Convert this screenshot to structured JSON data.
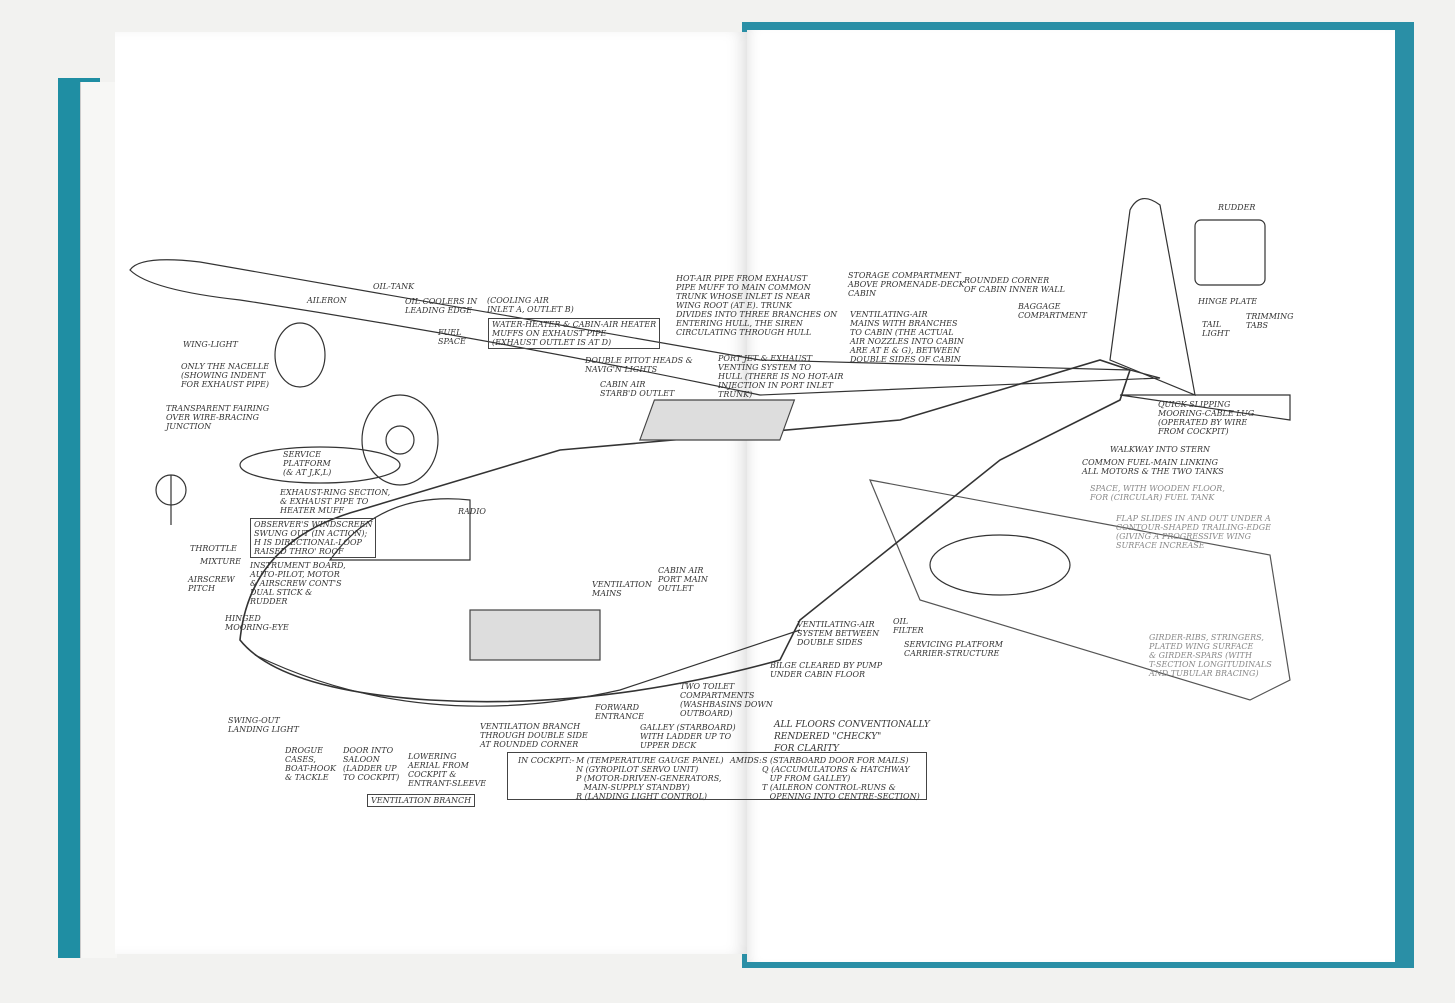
{
  "colors": {
    "cover": "#2a8fa6",
    "page": "#ffffff",
    "ink": "#333333"
  },
  "labels": {
    "aileron": "AILERON",
    "oil_tank": "OIL-TANK",
    "oil_coolers": "OIL COOLERS IN\nLEADING EDGE",
    "cooling_air": "(COOLING AIR\nINLET A, OUTLET B)",
    "water_heater": "WATER-HEATER & CABIN-AIR HEATER\nMUFFS ON EXHAUST PIPE\n(EXHAUST OUTLET IS AT D)",
    "fuel_space": "FUEL\nSPACE",
    "wing_light": "WING-LIGHT",
    "nacelle": "ONLY THE NACELLE\n(SHOWING INDENT\nFOR EXHAUST PIPE)",
    "double_pitot": "DOUBLE PITOT HEADS &\nNAVIG'N LIGHTS",
    "cabin_air_starb": "CABIN AIR\nSTARB'D OUTLET",
    "fairing": "TRANSPARENT FAIRING\nOVER WIRE-BRACING\nJUNCTION",
    "service_platform": "SERVICE\nPLATFORM\n(& AT J,K,L)",
    "exhaust_ring": "EXHAUST-RING SECTION,\n& EXHAUST PIPE TO\nHEATER MUFF",
    "radio": "RADIO",
    "observer": "OBSERVER'S WINDSCREEN\nSWUNG OUT (IN ACTION);\nH IS DIRECTIONAL-LOOP\nRAISED THRO' ROOF",
    "instrument": "INSTRUMENT BOARD,\nAUTO-PILOT, MOTOR\n& AIRSCREW CONT'S\nDUAL STICK &\nRUDDER",
    "throttle": "Throttle",
    "mixture": "Mixture",
    "airscrew_pitch": "Airscrew\nPitch",
    "hinged_mooring": "HINGED\nMOORING-EYE",
    "landing_light": "SWING-OUT\nLANDING LIGHT",
    "drogue": "DROGUE\nCASES,\nBOAT-HOOK\n& TACKLE",
    "door_saloon": "DOOR INTO\nSALOON\n(LADDER UP\nTO COCKPIT)",
    "lowering_aerial": "LOWERING\nAERIAL FROM\nCOCKPIT &\nENTRANT-SLEEVE",
    "ventilation_branch_box": "VENTILATION BRANCH",
    "ventilation_branch": "VENTILATION BRANCH\nTHROUGH DOUBLE SIDE\nAT ROUNDED CORNER",
    "ventilation_mains": "VENTILATION\nMAINS",
    "cabin_air_port": "CABIN AIR\nPORT MAIN\nOUTLET",
    "forward_entrance": "FORWARD\nENTRANCE",
    "galley": "GALLEY (STARBOARD)\nWITH LADDER UP TO\nUPPER DECK",
    "toilets": "TWO TOILET\nCOMPARTMENTS\n(WASHBASINS DOWN\nOUTBOARD)",
    "hot_air_pipe": "HOT-AIR PIPE FROM EXHAUST\nPIPE MUFF TO MAIN COMMON\nTRUNK WHOSE INLET IS NEAR\nWING ROOT (AT E). TRUNK\nDIVIDES INTO THREE BRANCHES ON\nENTERING HULL, THE SIREN\nCIRCULATING THROUGH HULL",
    "port_jet": "PORT JET & EXHAUST\nVENTING SYSTEM TO\nHULL (THERE IS NO HOT-AIR\nINJECTION IN PORT INLET\nTRUNK)",
    "storage": "STORAGE COMPARTMENT\nABOVE PROMENADE-DECK\nCABIN",
    "rounded_corner": "ROUNDED CORNER\nOF CABIN INNER WALL",
    "ventilating_air_mains": "VENTILATING-AIR\nMAINS WITH BRANCHES\nTO CABIN (THE ACTUAL\nAIR NOZZLES INTO CABIN\nARE AT E & G), BETWEEN\nDOUBLE SIDES OF CABIN",
    "baggage": "BAGGAGE\nCOMPARTMENT",
    "rudder": "RUDDER",
    "hinge_plate": "HINGE PLATE",
    "tail_light": "TAIL\nLIGHT",
    "trimming_tabs": "TRIMMING\nTABS",
    "mooring_cable": "QUICK SLIPPING\nMOORING-CABLE LUG\n(OPERATED BY WIRE\nFROM COCKPIT)",
    "walkway": "WALKWAY INTO STERN",
    "fuel_main": "COMMON FUEL-MAIN LINKING\nALL MOTORS & THE TWO TANKS",
    "wooden_floor": "SPACE, WITH WOODEN FLOOR,\nFOR (CIRCULAR) FUEL TANK",
    "flap": "FLAP SLIDES IN AND OUT UNDER A\nCONTOUR-SHAPED TRAILING-EDGE\n(GIVING A PROGRESSIVE WING\nSURFACE INCREASE",
    "oil_filter": "OIL\nFILTER",
    "ventilating_system": "VENTILATING-AIR\nSYSTEM BETWEEN\nDOUBLE SIDES",
    "servicing_carrier": "SERVICING PLATFORM\nCARRIER-STRUCTURE",
    "girder": "GIRDER-RIBS, STRINGERS,\nPLATED WING SURFACE\n& GIRDER-SPARS (WITH\nT-SECTION LONGITUDINALS\nAND TUBULAR BRACING)",
    "bilge": "BILGE CLEARED BY PUMP\nUNDER CABIN FLOOR",
    "floors_note": "ALL FLOORS CONVENTIONALLY\nRENDERED \"CHECKY\"\nFOR CLARITY"
  },
  "legend": {
    "cockpit_title": "IN COCKPIT:-",
    "cockpit_items": "M (TEMPERATURE GAUGE PANEL)\nN (GYROPILOT SERVO UNIT)\nP (MOTOR-DRIVEN-GENERATORS,\n   MAIN-SUPPLY STANDBY)\nR (LANDING LIGHT CONTROL)",
    "amid_title": "AMIDS:",
    "amid_items": "S (STARBOARD DOOR FOR MAILS)\nQ (ACCUMULATORS & HATCHWAY\n   UP FROM GALLEY)\nT (AILERON CONTROL-RUNS &\n   OPENING INTO CENTRE-SECTION)"
  }
}
